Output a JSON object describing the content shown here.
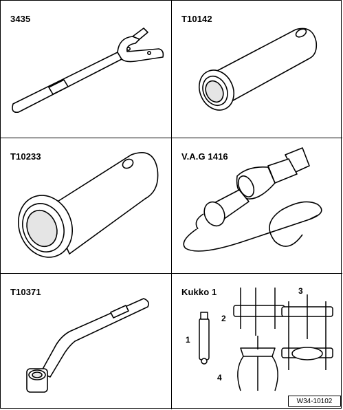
{
  "tools": [
    {
      "label": "3435",
      "icon": "spanner-wrench-icon"
    },
    {
      "label": "T10142",
      "icon": "cylindrical-sleeve-icon"
    },
    {
      "label": "T10233",
      "icon": "large-sleeve-icon"
    },
    {
      "label": "V.A.G 1416",
      "icon": "hot-air-gun-icon"
    },
    {
      "label": "T10371",
      "icon": "ring-wrench-icon"
    },
    {
      "label": "Kukko 1",
      "icon": "puller-set-icon"
    }
  ],
  "kukko_parts": [
    "1",
    "2",
    "3",
    "4"
  ],
  "figure_code": "W34-10102"
}
